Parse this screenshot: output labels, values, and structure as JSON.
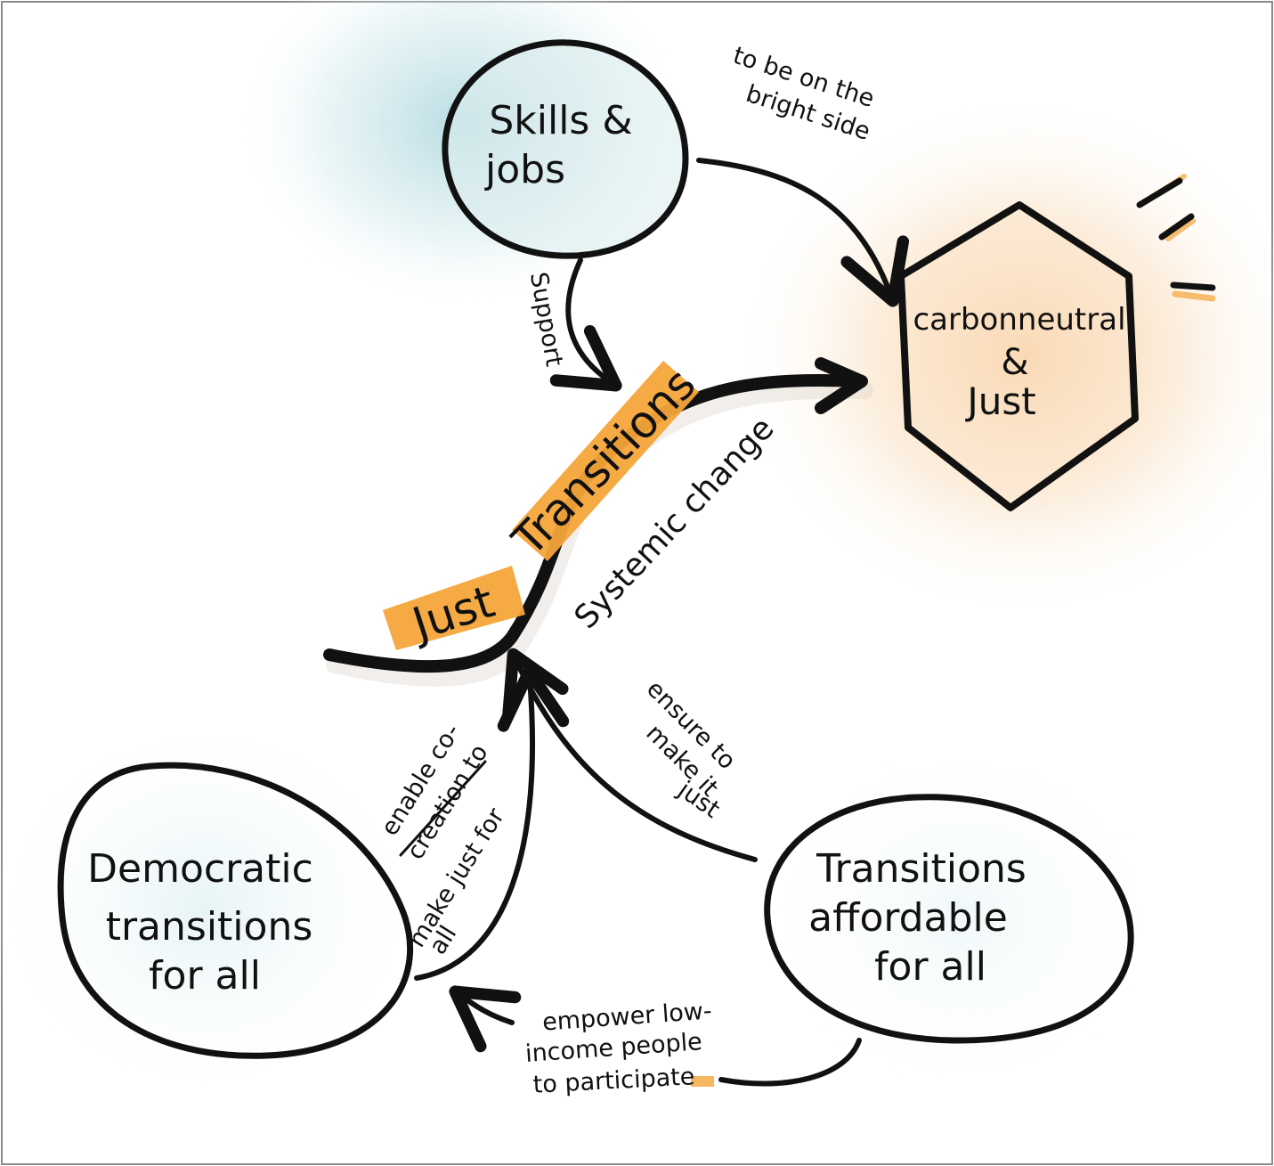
{
  "colors": {
    "ink": "#111111",
    "teal_glow": "#bfe0e6",
    "orange_glow": "#f6c995",
    "orange_highlight": "#f4a53a",
    "node_fill_teal": "#e6f3f5",
    "node_fill_orange": "#fbe2c5",
    "border": "#8a8a8a"
  },
  "nodes": {
    "skills": [
      "Skills &",
      "jobs"
    ],
    "goal": [
      "carbonneutral",
      "&",
      "Just"
    ],
    "democratic": [
      "Democratic",
      "transitions",
      "for all"
    ],
    "affordable": [
      "Transitions",
      "affordable",
      "for all"
    ]
  },
  "main_path": {
    "highlight_1": "Just",
    "highlight_2": "Transitions",
    "subtitle": "Systemic change"
  },
  "edges": {
    "skills_to_goal": [
      "to be on the",
      "bright side"
    ],
    "skills_to_path": "Support",
    "affordable_to_path": [
      "ensure to",
      "make it",
      "just"
    ],
    "democratic_to_path_1": [
      "enable co-",
      "creation to"
    ],
    "democratic_to_path_2": [
      "make just for",
      "all"
    ],
    "affordable_to_democratic": [
      "empower low-",
      "income people",
      "to participate"
    ]
  },
  "icons": {
    "shine": "shine-rays-icon"
  }
}
